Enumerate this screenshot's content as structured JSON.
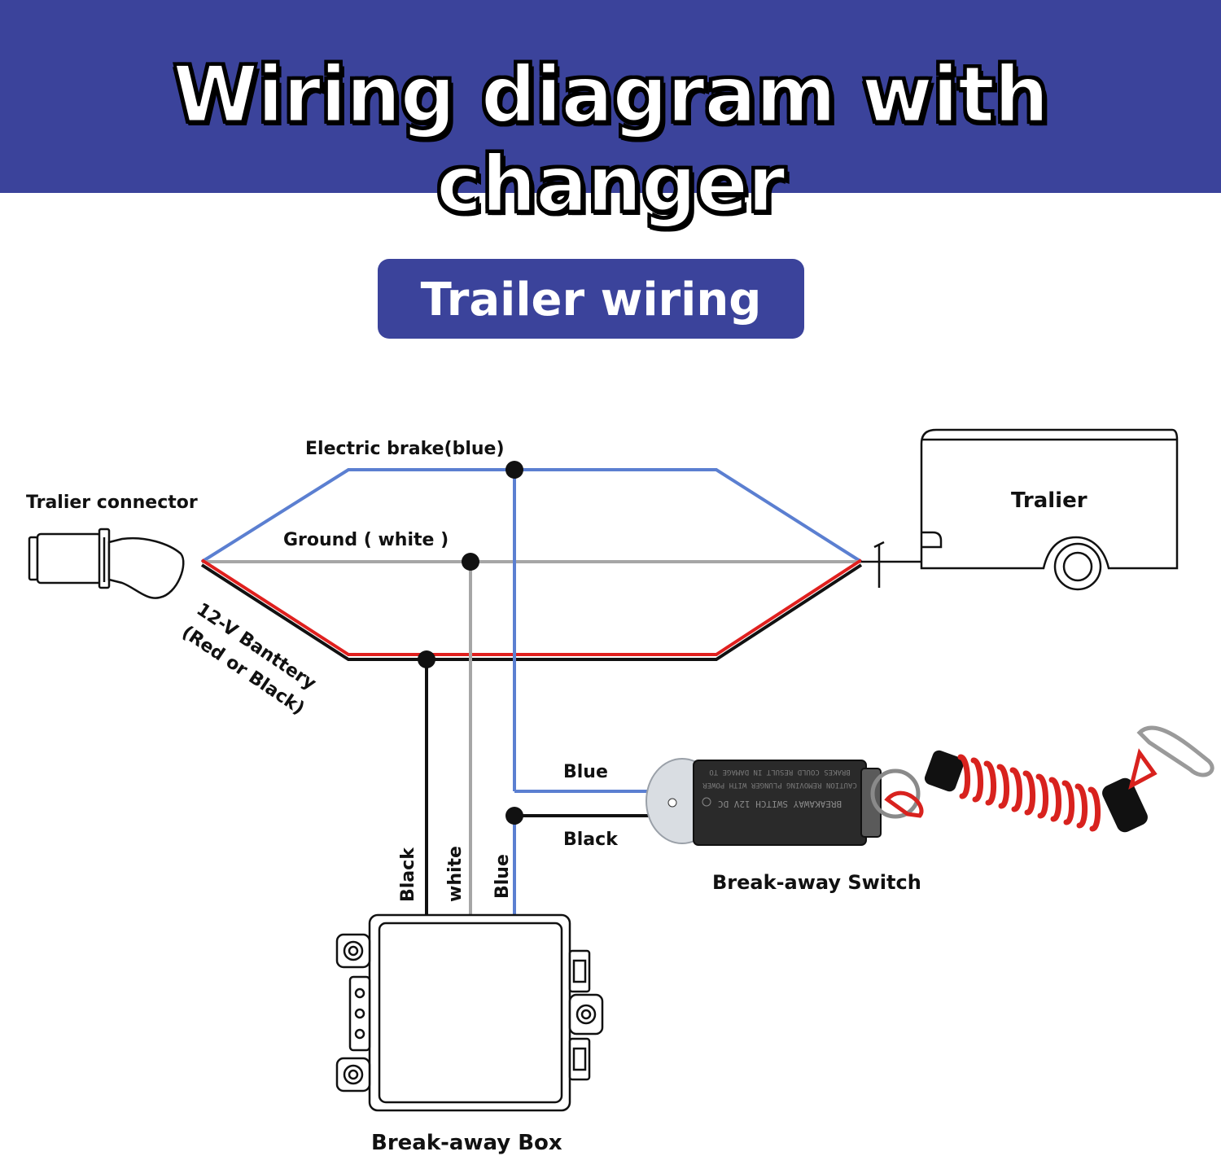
{
  "header": {
    "title": "Wiring diagram with changer"
  },
  "section": {
    "label": "Trailer wiring"
  },
  "labels": {
    "trailer_connector": "Tralier connector",
    "electric_brake": "Electric brake(blue)",
    "ground": "Ground ( white )",
    "battery_line1": "12-V Banttery",
    "battery_line2": "(Red or Black)",
    "trailer": "Tralier",
    "switch_blue": "Blue",
    "switch_black": "Black",
    "breakaway_switch": "Break-away Switch",
    "box_black": "Black",
    "box_white": "white",
    "box_blue": "Blue",
    "breakaway_box": "Break-away Box",
    "switch_text1": "BREAKAWAY SWITCH 12V DC",
    "switch_text2": "CAUTION REMOVING PLUNGER WITH POWER",
    "switch_text3": "BRAKES COULD RESULT IN DAMAGE TO"
  },
  "colors": {
    "banner": "#3b439b",
    "wire_blue": "#5b7fd1",
    "wire_white": "#a6a6a6",
    "wire_red": "#e0201e",
    "wire_black": "#111111",
    "coil_red": "#d8221e"
  },
  "icons": [
    "trailer-connector-icon",
    "trailer-icon",
    "breakaway-switch-icon",
    "coil-cable-icon",
    "breakaway-box-icon",
    "junction-dot-icon"
  ]
}
